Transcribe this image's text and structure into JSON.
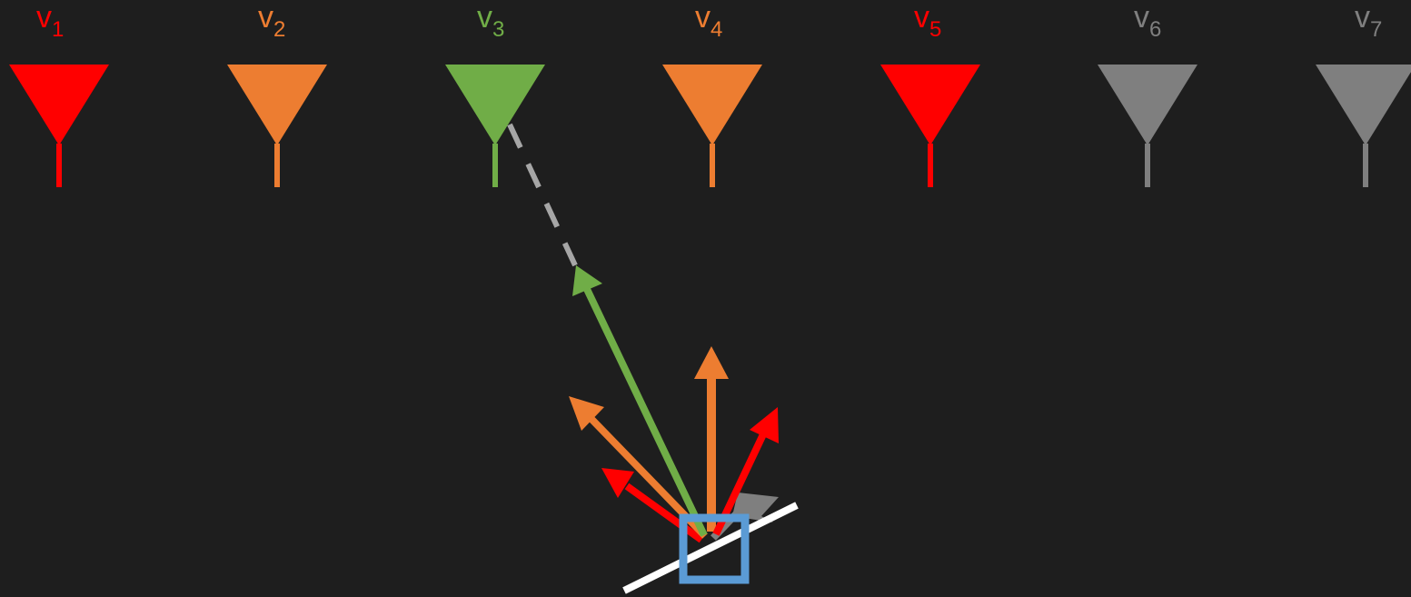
{
  "antennas": [
    {
      "letter": "v",
      "sub": "1",
      "color": "#ff0000"
    },
    {
      "letter": "v",
      "sub": "2",
      "color": "#ed7d31"
    },
    {
      "letter": "v",
      "sub": "3",
      "color": "#70ad47"
    },
    {
      "letter": "v",
      "sub": "4",
      "color": "#ed7d31"
    },
    {
      "letter": "v",
      "sub": "5",
      "color": "#ff0000"
    },
    {
      "letter": "v",
      "sub": "6",
      "color": "#7f7f7f"
    },
    {
      "letter": "v",
      "sub": "7",
      "color": "#7f7f7f"
    }
  ],
  "vectors": [
    {
      "name": "red-left",
      "color": "#ff0000"
    },
    {
      "name": "orange-left",
      "color": "#ed7d31"
    },
    {
      "name": "green-long",
      "color": "#70ad47"
    },
    {
      "name": "orange-up",
      "color": "#ed7d31"
    },
    {
      "name": "red-right",
      "color": "#ff0000"
    },
    {
      "name": "gray-short",
      "color": "#7f7f7f"
    }
  ],
  "colors": {
    "background": "#1e1e1e",
    "dashed_line": "#a6a6a6",
    "surface_line": "#ffffff",
    "box": "#5b9bd5"
  }
}
